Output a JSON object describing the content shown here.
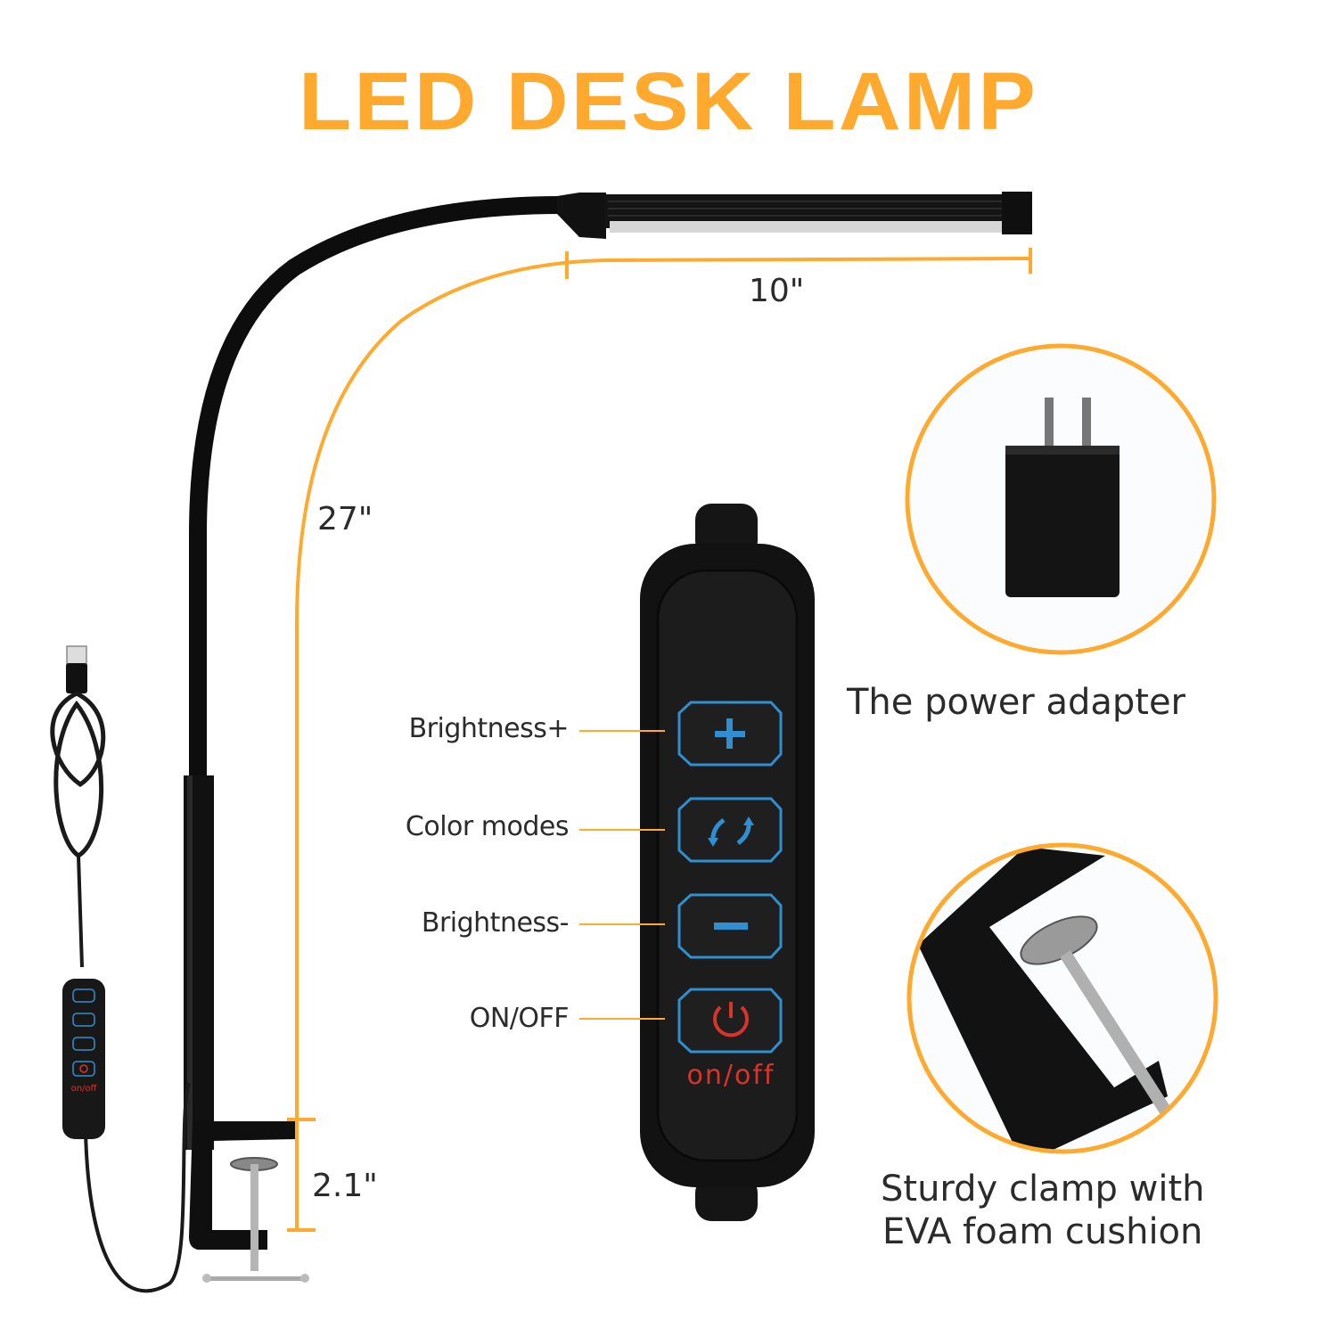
{
  "header": {
    "title": "LED DESK LAMP"
  },
  "colors": {
    "accent": "#FFA92F",
    "text": "#2b2b2b",
    "lamp_black": "#0d0d0d",
    "button_outline_blue": "#2F8FD0",
    "power_red": "#D8342A"
  },
  "dimensions": {
    "head_length": "10\"",
    "arm_height": "27\"",
    "clamp_opening": "2.1\""
  },
  "control_panel": {
    "buttons": [
      {
        "label": "Brightness+",
        "icon": "plus-icon"
      },
      {
        "label": "Color modes",
        "icon": "cycle-arrows-icon"
      },
      {
        "label": "Brightness-",
        "icon": "minus-icon"
      },
      {
        "label": "ON/OFF",
        "icon": "power-icon"
      }
    ],
    "power_text": "on/off"
  },
  "mini_control": {
    "power_text": "on/off"
  },
  "features": [
    {
      "caption": "The power adapter",
      "icon": "power-adapter-icon"
    },
    {
      "caption_line1": "Sturdy clamp with",
      "caption_line2": "EVA foam cushion",
      "icon": "clamp-icon"
    }
  ]
}
